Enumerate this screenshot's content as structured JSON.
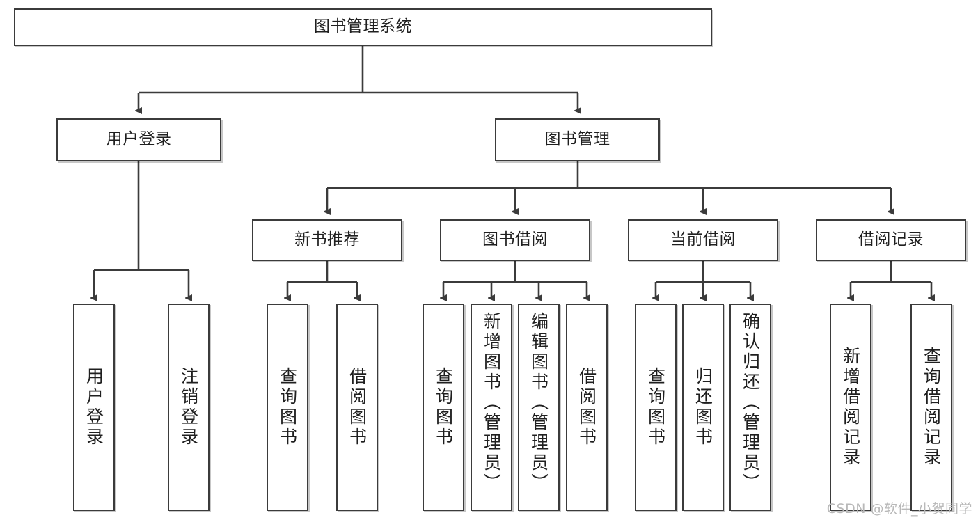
{
  "diagram": {
    "title": "图书管理系统",
    "type": "tree-hierarchy-diagram",
    "colors": {
      "box_border": "#3b3b3b",
      "box_fill": "#ffffff",
      "edge": "#3b3b3b",
      "text": "#1f1f1f",
      "watermark": "#b9b9b9"
    },
    "root": {
      "label": "图书管理系统"
    },
    "level2": [
      {
        "label": "用户登录"
      },
      {
        "label": "图书管理"
      }
    ],
    "level3": [
      {
        "label": "新书推荐"
      },
      {
        "label": "图书借阅"
      },
      {
        "label": "当前借阅"
      },
      {
        "label": "借阅记录"
      }
    ],
    "leaves": [
      {
        "label": "用户登录",
        "parent": "用户登录"
      },
      {
        "label": "注销登录",
        "parent": "用户登录"
      },
      {
        "label": "查询图书",
        "parent": "新书推荐"
      },
      {
        "label": "借阅图书",
        "parent": "新书推荐"
      },
      {
        "label": "查询图书",
        "parent": "图书借阅"
      },
      {
        "label": "新增图书（管理员）",
        "parent": "图书借阅"
      },
      {
        "label": "编辑图书（管理员）",
        "parent": "图书借阅"
      },
      {
        "label": "借阅图书",
        "parent": "图书借阅"
      },
      {
        "label": "查询图书",
        "parent": "当前借阅"
      },
      {
        "label": "归还图书",
        "parent": "当前借阅"
      },
      {
        "label": "确认归还（管理员）",
        "parent": "当前借阅"
      },
      {
        "label": "新增借阅记录",
        "parent": "借阅记录"
      },
      {
        "label": "查询借阅记录",
        "parent": "借阅记录"
      }
    ]
  },
  "watermark": {
    "text": "CSDN @软件_小贺同学"
  }
}
